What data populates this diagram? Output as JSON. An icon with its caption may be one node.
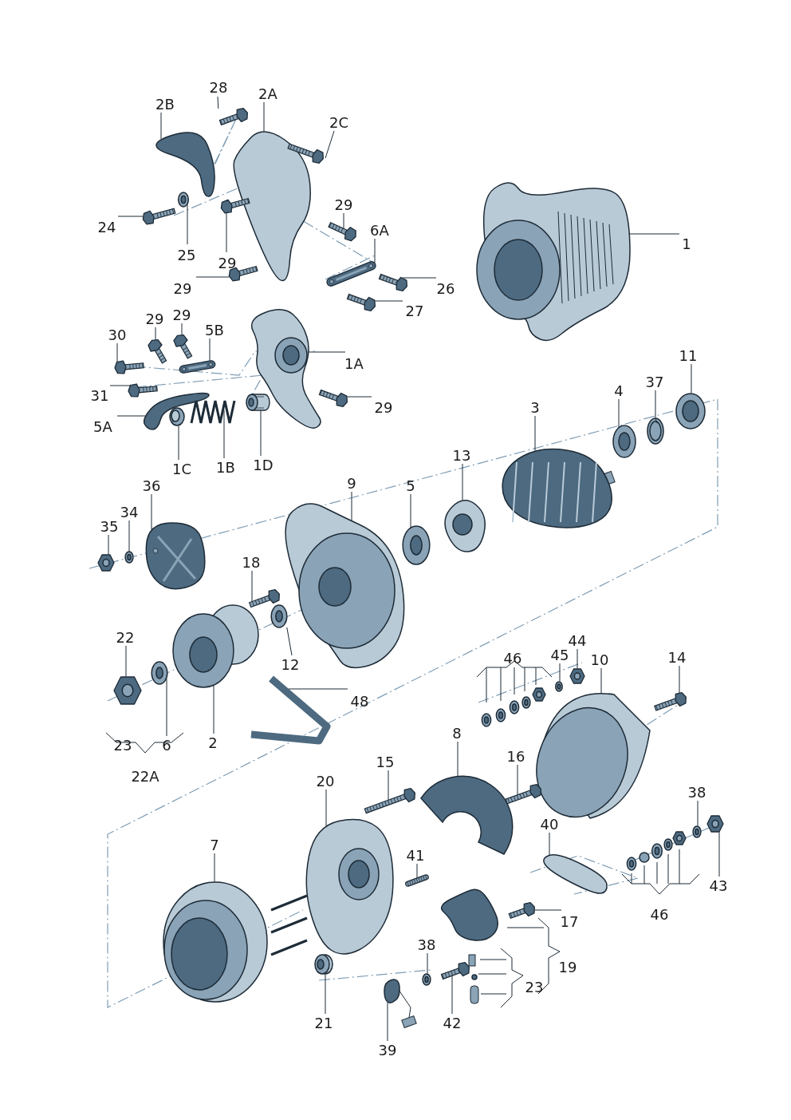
{
  "diagram": {
    "nodes": [
      {
        "text": [
          "28"
        ]
      },
      {
        "text": [
          "2A"
        ]
      },
      {
        "text": [
          "2B"
        ]
      },
      {
        "text": [
          "2C"
        ]
      },
      {
        "text": [
          "29"
        ]
      },
      {
        "text": [
          "24"
        ]
      },
      {
        "text": [
          "6A"
        ]
      },
      {
        "text": [
          "1"
        ]
      },
      {
        "text": [
          "25"
        ]
      },
      {
        "text": [
          "29"
        ]
      },
      {
        "text": [
          "29"
        ]
      },
      {
        "text": [
          "26"
        ]
      },
      {
        "text": [
          "27"
        ]
      },
      {
        "text": [
          "29"
        ]
      },
      {
        "text": [
          "29"
        ]
      },
      {
        "text": [
          "5B"
        ]
      },
      {
        "text": [
          "30"
        ]
      },
      {
        "text": [
          "11"
        ]
      },
      {
        "text": [
          "1A"
        ]
      },
      {
        "text": [
          "37"
        ]
      },
      {
        "text": [
          "4"
        ]
      },
      {
        "text": [
          "31"
        ]
      },
      {
        "text": [
          "3"
        ]
      },
      {
        "text": [
          "29"
        ]
      },
      {
        "text": [
          "5A"
        ]
      },
      {
        "text": [
          "13"
        ]
      },
      {
        "text": [
          "1D"
        ]
      },
      {
        "text": [
          "1B"
        ]
      },
      {
        "text": [
          "1C"
        ]
      },
      {
        "text": [
          "9"
        ]
      },
      {
        "text": [
          "36"
        ]
      },
      {
        "text": [
          "5"
        ]
      },
      {
        "text": [
          "34"
        ]
      },
      {
        "text": [
          "35"
        ]
      },
      {
        "text": [
          "18"
        ]
      },
      {
        "text": [
          "22"
        ]
      },
      {
        "text": [
          "44"
        ]
      },
      {
        "text": [
          "45"
        ]
      },
      {
        "text": [
          "14"
        ]
      },
      {
        "text": [
          "10"
        ]
      },
      {
        "text": [
          "12"
        ]
      },
      {
        "text": [
          "48"
        ]
      },
      {
        "text": [
          "8"
        ]
      },
      {
        "text": [
          "2"
        ]
      },
      {
        "text": [
          "6"
        ]
      },
      {
        "text": [
          "16"
        ]
      },
      {
        "text": [
          "15"
        ]
      },
      {
        "text": [
          "20"
        ]
      },
      {
        "text": [
          "38"
        ]
      },
      {
        "text": [
          "40"
        ]
      },
      {
        "text": [
          "7"
        ]
      },
      {
        "text": [
          "41"
        ]
      },
      {
        "text": [
          "43"
        ]
      },
      {
        "text": [
          "17"
        ]
      },
      {
        "text": [
          "38"
        ]
      },
      {
        "text": [
          "21"
        ]
      },
      {
        "text": [
          "42"
        ]
      },
      {
        "text": [
          "39"
        ]
      },
      {
        "text": [],
        "shape": "picture"
      },
      {
        "text": [],
        "shape": "picture"
      },
      {
        "text": [],
        "shape": "picture"
      },
      {
        "text": [],
        "shape": "picture"
      },
      {
        "text": [],
        "shape": "picture"
      },
      {
        "text": [],
        "shape": "picture"
      },
      {
        "text": [],
        "shape": "picture"
      },
      {
        "text": [],
        "shape": "picture"
      },
      {
        "text": [],
        "shape": "picture"
      },
      {
        "text": [],
        "shape": "picture"
      },
      {
        "text": [],
        "shape": "picture"
      },
      {
        "text": [],
        "shape": "picture"
      },
      {
        "text": [],
        "shape": "picture"
      },
      {
        "text": [],
        "shape": "picture"
      },
      {
        "text": [],
        "shape": "picture"
      },
      {
        "text": [],
        "shape": "picture"
      },
      {
        "text": [],
        "shape": "picture"
      },
      {
        "text": [],
        "shape": "picture"
      },
      {
        "text": [],
        "shape": "picture"
      },
      {
        "text": [],
        "shape": "picture"
      },
      {
        "text": [],
        "shape": "picture"
      },
      {
        "text": [],
        "shape": "picture"
      },
      {
        "text": [],
        "shape": "picture"
      },
      {
        "text": [],
        "shape": "picture"
      },
      {
        "text": [],
        "shape": "picture"
      },
      {
        "text": [],
        "shape": "picture"
      },
      {
        "text": [],
        "shape": "picture"
      },
      {
        "text": [],
        "shape": "picture"
      },
      {
        "text": [],
        "shape": "picture"
      },
      {
        "text": [],
        "shape": "picture"
      },
      {
        "text": [],
        "shape": "picture"
      },
      {
        "text": [],
        "shape": "picture"
      },
      {
        "text": [],
        "shape": "picture"
      },
      {
        "text": [],
        "shape": "picture"
      },
      {
        "text": [],
        "shape": "picture"
      },
      {
        "text": [],
        "shape": "picture"
      },
      {
        "text": [],
        "shape": "picture"
      },
      {
        "text": [],
        "shape": "picture"
      },
      {
        "text": [],
        "shape": "picture"
      },
      {
        "text": [],
        "shape": "picture"
      },
      {
        "text": [],
        "shape": "picture"
      },
      {
        "text": [],
        "shape": "picture"
      },
      {
        "text": [],
        "shape": "picture"
      },
      {
        "text": [],
        "shape": "picture"
      },
      {
        "text": [],
        "shape": "picture"
      },
      {
        "text": [],
        "shape": "picture"
      },
      {
        "text": [],
        "shape": "picture"
      },
      {
        "text": [],
        "shape": "picture"
      },
      {
        "text": [],
        "shape": "picture"
      },
      {
        "text": [],
        "shape": "picture"
      },
      {
        "text": [],
        "shape": "picture"
      },
      {
        "text": [],
        "shape": "picture"
      },
      {
        "text": [],
        "shape": "picture"
      },
      {
        "text": [],
        "shape": "picture"
      },
      {
        "text": [],
        "shape": "picture"
      },
      {
        "text": [],
        "shape": "picture"
      },
      {
        "text": [],
        "shape": "picture"
      },
      {
        "text": [],
        "shape": "picture"
      }
    ],
    "edges": [
      {
        "from": 0,
        "to": 58,
        "arrow": "none"
      },
      {
        "from": 1,
        "to": 59,
        "arrow": "none"
      },
      {
        "from": 2,
        "to": 60,
        "arrow": "none"
      },
      {
        "from": 3,
        "to": 61,
        "arrow": "none"
      },
      {
        "from": 4,
        "to": 62,
        "arrow": "none"
      },
      {
        "from": 5,
        "to": 63,
        "arrow": "none"
      },
      {
        "from": 6,
        "to": 64,
        "arrow": "none"
      },
      {
        "from": 7,
        "to": 65,
        "arrow": "none"
      },
      {
        "from": 8,
        "to": 66,
        "arrow": "none"
      },
      {
        "from": 9,
        "to": 67,
        "arrow": "none"
      },
      {
        "from": 10,
        "to": 68,
        "arrow": "none"
      },
      {
        "from": 11,
        "to": 69,
        "arrow": "none"
      },
      {
        "from": 12,
        "to": 70,
        "arrow": "none"
      },
      {
        "from": 13,
        "to": 71,
        "arrow": "none"
      },
      {
        "from": 14,
        "to": 72,
        "arrow": "none"
      },
      {
        "from": 15,
        "to": 73,
        "arrow": "none"
      },
      {
        "from": 16,
        "to": 74,
        "arrow": "none"
      },
      {
        "from": 17,
        "to": 75,
        "arrow": "none"
      },
      {
        "from": 18,
        "to": 76,
        "arrow": "none"
      },
      {
        "from": 19,
        "to": 77,
        "arrow": "none"
      },
      {
        "from": 20,
        "to": 78,
        "arrow": "none"
      },
      {
        "from": 21,
        "to": 79,
        "arrow": "none"
      },
      {
        "from": 22,
        "to": 80,
        "arrow": "none"
      },
      {
        "from": 23,
        "to": 81,
        "arrow": "none"
      },
      {
        "from": 24,
        "to": 82,
        "arrow": "none"
      },
      {
        "from": 25,
        "to": 83,
        "arrow": "none"
      },
      {
        "from": 26,
        "to": 84,
        "arrow": "none"
      },
      {
        "from": 27,
        "to": 85,
        "arrow": "none"
      },
      {
        "from": 28,
        "to": 86,
        "arrow": "none"
      },
      {
        "from": 29,
        "to": 87,
        "arrow": "none"
      },
      {
        "from": 30,
        "to": 88,
        "arrow": "none"
      },
      {
        "from": 31,
        "to": 89,
        "arrow": "none"
      },
      {
        "from": 32,
        "to": 90,
        "arrow": "none"
      },
      {
        "from": 33,
        "to": 91,
        "arrow": "none"
      },
      {
        "from": 34,
        "to": 92,
        "arrow": "none"
      },
      {
        "from": 35,
        "to": 93,
        "arrow": "none"
      },
      {
        "from": 36,
        "to": 94,
        "arrow": "none"
      },
      {
        "from": 37,
        "to": 95,
        "arrow": "none"
      },
      {
        "from": 38,
        "to": 96,
        "arrow": "none"
      },
      {
        "from": 39,
        "to": 97,
        "arrow": "none"
      },
      {
        "from": 40,
        "to": 98,
        "arrow": "none"
      },
      {
        "from": 41,
        "to": 99,
        "arrow": "none"
      },
      {
        "from": 42,
        "to": 100,
        "arrow": "none"
      },
      {
        "from": 43,
        "to": 101,
        "arrow": "none"
      },
      {
        "from": 44,
        "to": 102,
        "arrow": "none"
      },
      {
        "from": 45,
        "to": 103,
        "arrow": "none"
      },
      {
        "from": 46,
        "to": 104,
        "arrow": "none"
      },
      {
        "from": 47,
        "to": 105,
        "arrow": "none"
      },
      {
        "from": 48,
        "to": 106,
        "arrow": "none"
      },
      {
        "from": 49,
        "to": 107,
        "arrow": "none"
      },
      {
        "from": 50,
        "to": 108,
        "arrow": "none"
      },
      {
        "from": 51,
        "to": 109,
        "arrow": "none"
      },
      {
        "from": 52,
        "to": 110,
        "arrow": "none"
      },
      {
        "from": 53,
        "to": 111,
        "arrow": "none"
      },
      {
        "from": 54,
        "to": 112,
        "arrow": "none"
      },
      {
        "from": 55,
        "to": 113,
        "arrow": "none"
      },
      {
        "from": 56,
        "to": 114,
        "arrow": "none"
      },
      {
        "from": 57,
        "to": 115,
        "arrow": "none"
      }
    ],
    "labels": [
      "46",
      "23",
      "22A",
      "46",
      "19",
      "23"
    ]
  }
}
